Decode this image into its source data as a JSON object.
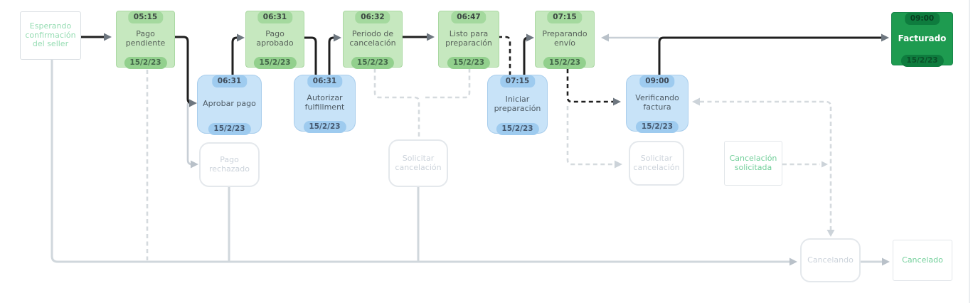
{
  "diagram": {
    "description_date": "15/2/23",
    "nodes": {
      "esperando": {
        "label": "Esperando confirmación del seller"
      },
      "pago_pendiente": {
        "label": "Pago pendiente",
        "time": "05:15",
        "date": "15/2/23"
      },
      "aprobar_pago": {
        "label": "Aprobar pago",
        "time": "06:31",
        "date": "15/2/23"
      },
      "pago_aprobado": {
        "label": "Pago aprobado",
        "time": "06:31",
        "date": "15/2/23"
      },
      "autorizar_fulfillment": {
        "label": "Autorizar fulfillment",
        "time": "06:31",
        "date": "15/2/23"
      },
      "periodo_cancelacion": {
        "label": "Periodo de cancelación",
        "time": "06:32",
        "date": "15/2/23"
      },
      "listo_preparacion": {
        "label": "Listo para preparación",
        "time": "06:47",
        "date": "15/2/23"
      },
      "iniciar_preparacion": {
        "label": "Iniciar preparación",
        "time": "07:15",
        "date": "15/2/23"
      },
      "preparando_envio": {
        "label": "Preparando envío",
        "time": "07:15",
        "date": "15/2/23"
      },
      "verificando_factura": {
        "label": "Verificando factura",
        "time": "09:00",
        "date": "15/2/23"
      },
      "facturado": {
        "label": "Facturado",
        "time": "09:00",
        "date": "15/2/23"
      },
      "pago_rechazado": {
        "label": "Pago rechazado"
      },
      "solicitar_cancelacion_1": {
        "label": "Solicitar cancelación"
      },
      "solicitar_cancelacion_2": {
        "label": "Solicitar cancelación"
      },
      "cancelacion_solicitada": {
        "label": "Cancelación solicitada"
      },
      "cancelando": {
        "label": "Cancelando"
      },
      "cancelado": {
        "label": "Cancelado"
      }
    },
    "colors": {
      "state_done_fill": "#c6e8bf",
      "state_action_fill": "#c8e3f8",
      "state_current_fill": "#1e9b50",
      "state_inactive_border": "#e4e8ec",
      "edge_taken": "#1f1f1f",
      "edge_alternative": "#c8cfd6",
      "edge_cancel_path": "#d5dade"
    }
  }
}
